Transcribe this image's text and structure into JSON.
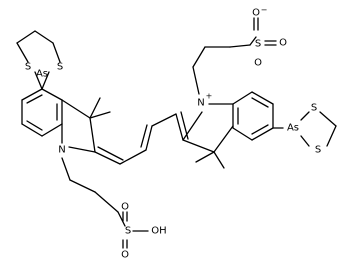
{
  "structure": {
    "atom_labels": {
      "s1": "S",
      "s2": "S",
      "as1": "As",
      "n1": "N",
      "s3": "S",
      "o1": "O",
      "o2": "O",
      "oh": "OH",
      "n2": "N",
      "n2_charge": "+",
      "s4": "S",
      "o3": "O",
      "o4": "O",
      "o5": "O",
      "o5_charge": "−",
      "as2": "As",
      "s5": "S",
      "s6": "S"
    }
  }
}
